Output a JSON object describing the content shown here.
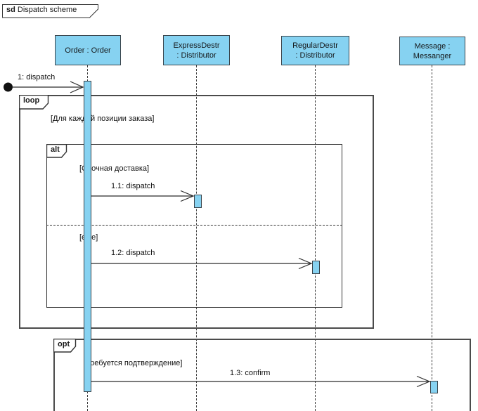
{
  "frame": {
    "keyword": "sd",
    "title": "Dispatch scheme"
  },
  "lifelines": [
    {
      "id": "order",
      "line1": "Order : Order",
      "line2": ""
    },
    {
      "id": "express",
      "line1": "ExpressDestr",
      "line2": ": Distributor"
    },
    {
      "id": "regular",
      "line1": "RegularDestr",
      "line2": ": Distributor"
    },
    {
      "id": "message",
      "line1": "Message :",
      "line2": "Messanger"
    }
  ],
  "fragments": {
    "loop": {
      "operator": "loop",
      "guard": "[Для каждой позиции заказа]"
    },
    "alt": {
      "operator": "alt",
      "guard_if": "[Срочная доставка]",
      "guard_else": "[else]"
    },
    "opt": {
      "operator": "opt",
      "guard": "[Требуется подтверждение]"
    }
  },
  "messages": {
    "m1": {
      "label": "1: dispatch"
    },
    "m11": {
      "label": "1.1: dispatch"
    },
    "m12": {
      "label": "1.2: dispatch"
    },
    "m13": {
      "label": "1.3: confirm"
    }
  },
  "colors": {
    "shape_fill": "#86d2f1",
    "shape_border": "#3a454c",
    "line": "#2b2b2b"
  }
}
